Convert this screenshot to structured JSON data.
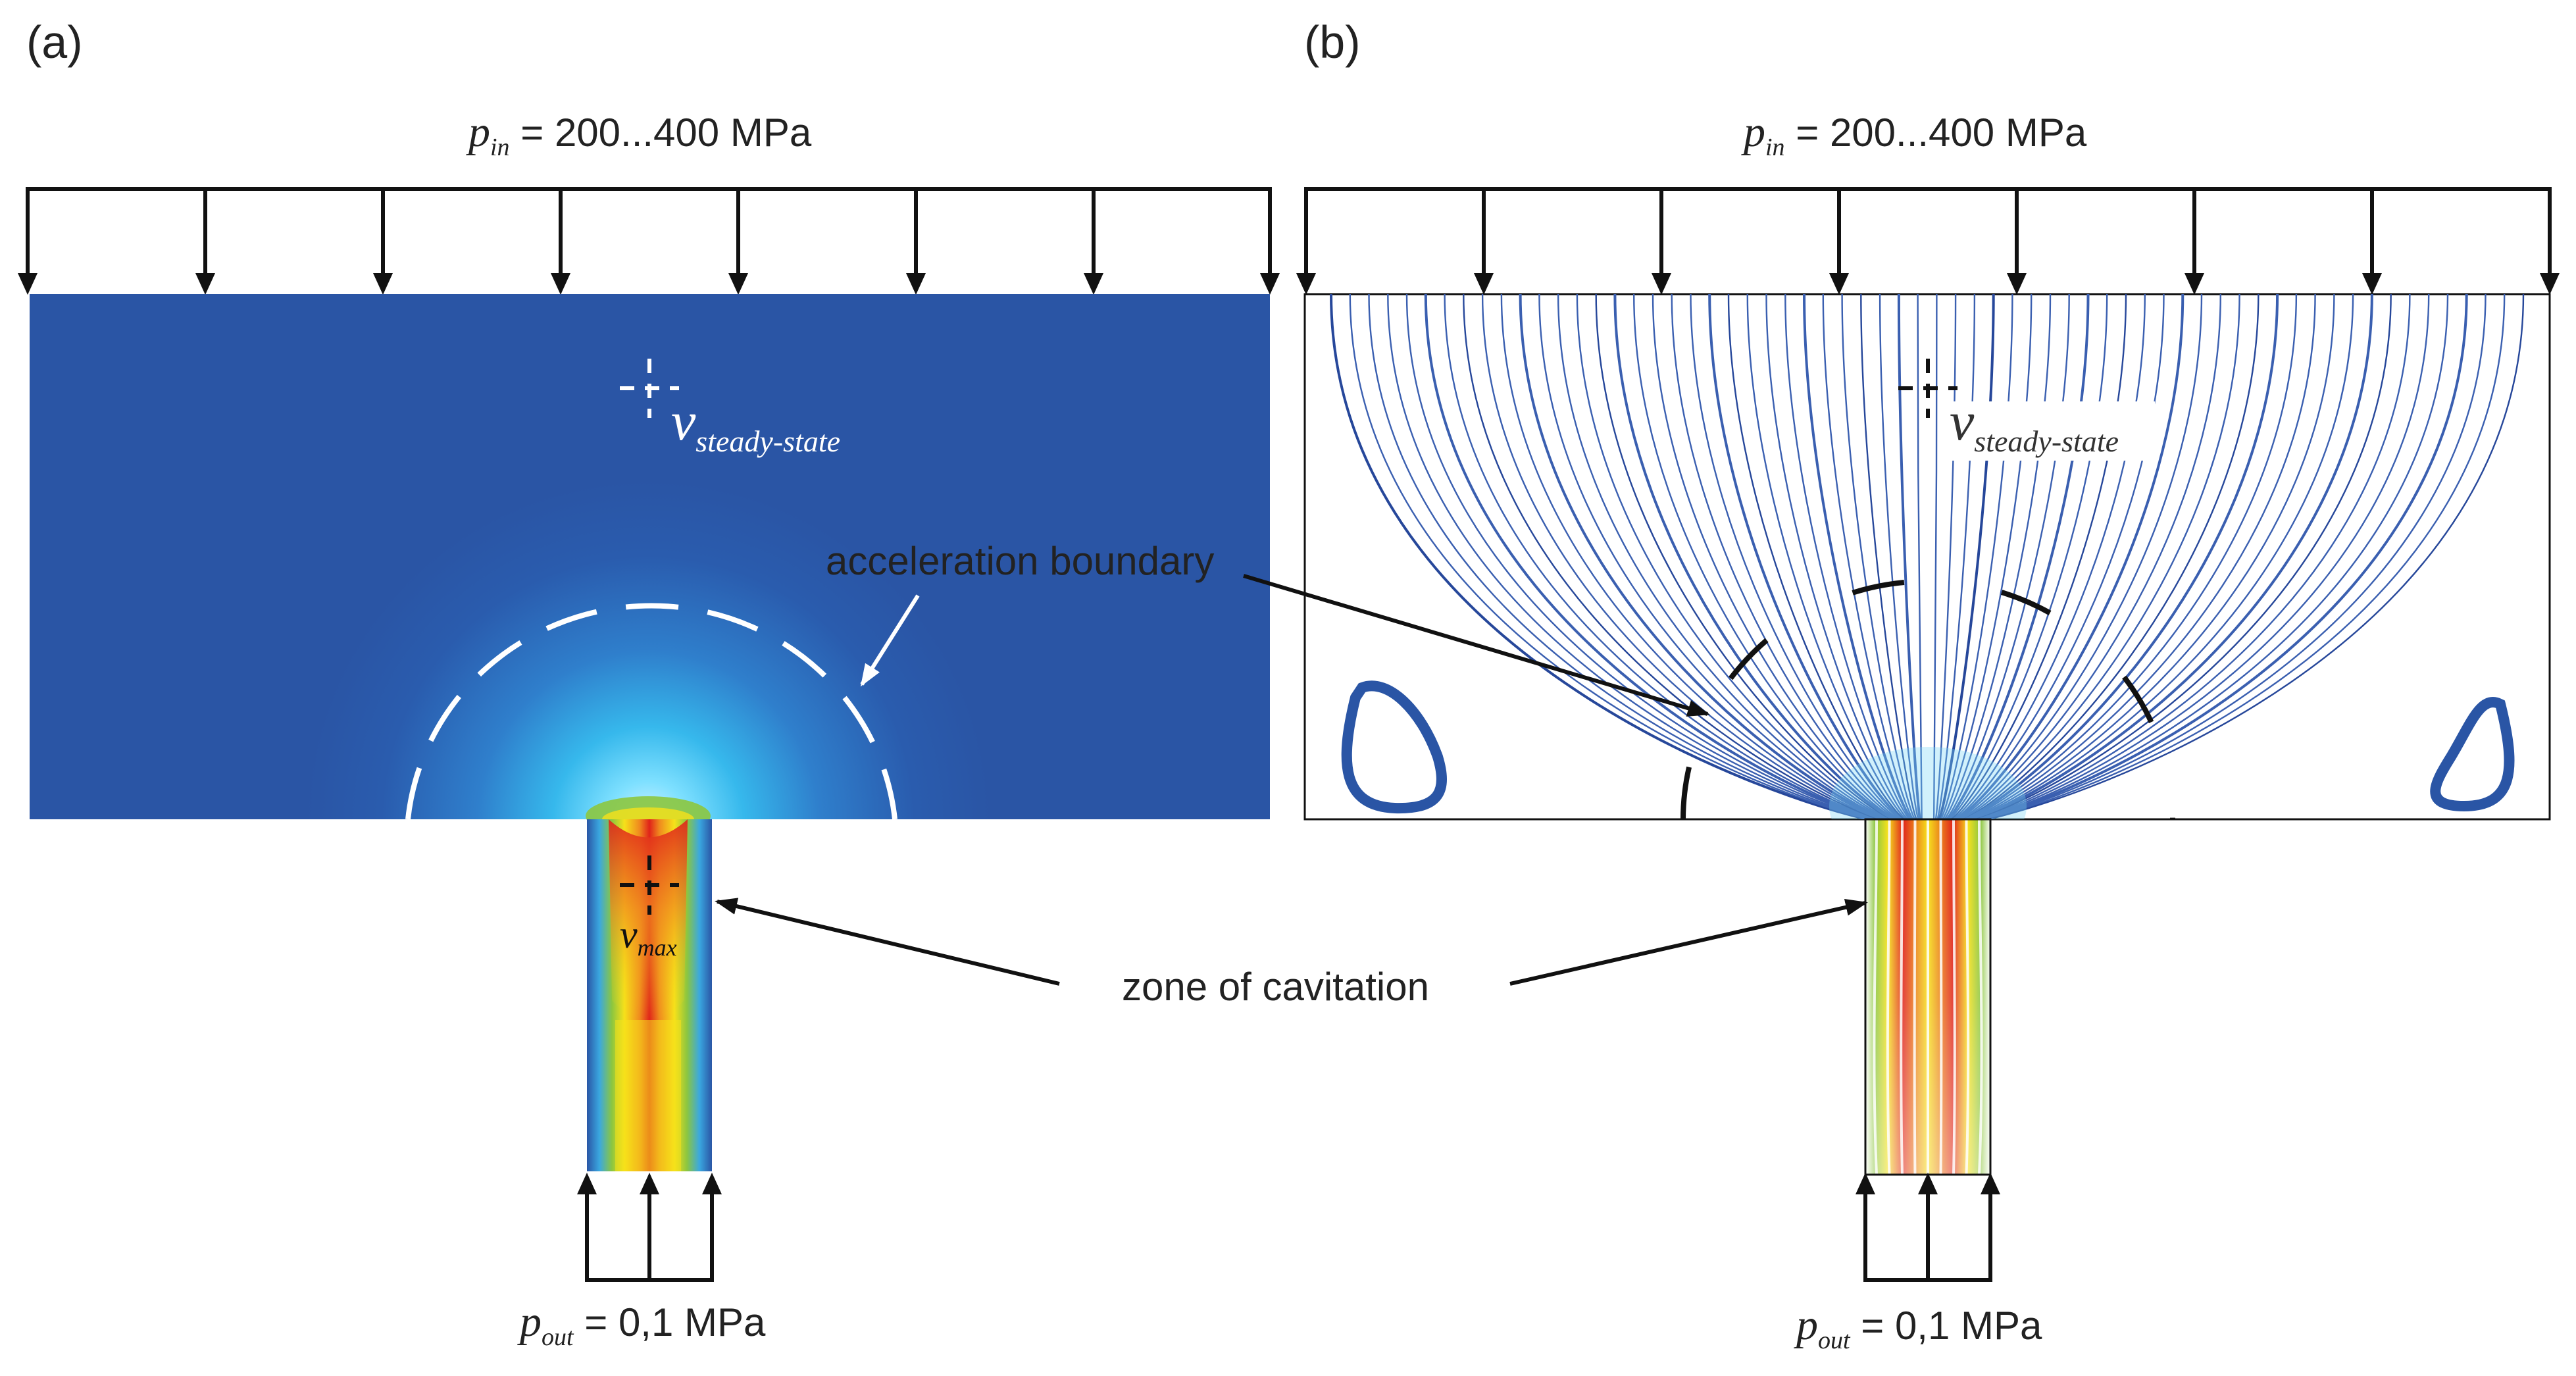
{
  "panel_a": {
    "tag": "(a)",
    "p_in": {
      "sym": "p",
      "sub": "in",
      "value": " = 200...400 MPa"
    },
    "p_out": {
      "sym": "p",
      "sub": "out",
      "value": " = 0,1 MPa"
    },
    "v_steady": {
      "sym": "v",
      "sub": "steady-state"
    },
    "v_max": {
      "sym": "v",
      "sub": "max"
    }
  },
  "panel_b": {
    "tag": "(b)",
    "p_in": {
      "sym": "p",
      "sub": "in",
      "value": " = 200...400 MPa"
    },
    "p_out": {
      "sym": "p",
      "sub": "out",
      "value": " = 0,1 MPa"
    },
    "v_steady": {
      "sym": "v",
      "sub": "steady-state"
    }
  },
  "annotations": {
    "acceleration_boundary": "acceleration boundary",
    "zone_of_cavitation": "zone of cavitation"
  },
  "colors": {
    "field_blue": "#2a55a5",
    "streamline_blue": "#3a5fb0",
    "jet_red": "#e0231a",
    "jet_yellow": "#f6e11a",
    "jet_green": "#8cc63f",
    "glow_cyan": "#36c8f0"
  }
}
